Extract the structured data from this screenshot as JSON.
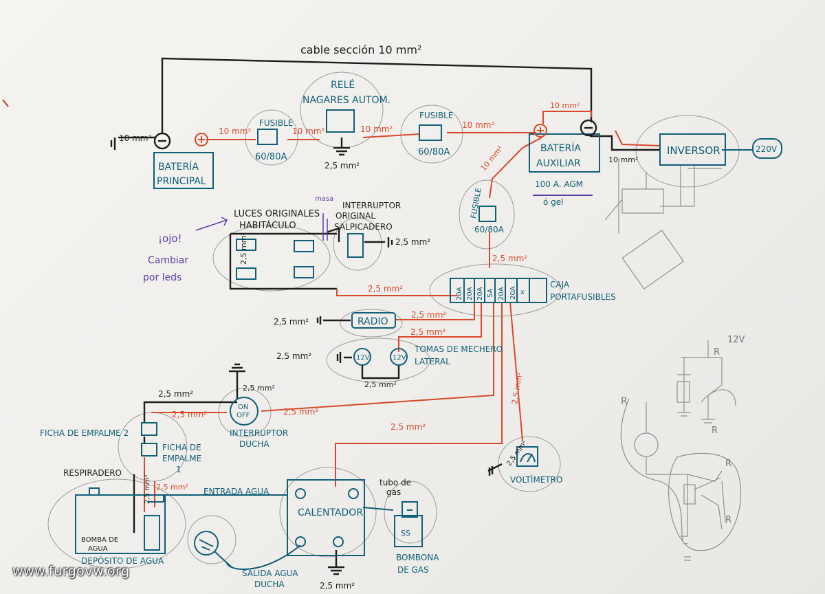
{
  "top": {
    "cable": "cable sección 10 mm²"
  },
  "main_battery": {
    "label1": "BATERÍA",
    "label2": "PRINCIPAL",
    "ground_wire": "10 mm²"
  },
  "fuse1": {
    "title": "FUSIBLE",
    "value": "60/80A"
  },
  "relay": {
    "title1": "RELÉ",
    "title2": "NAGARES AUTOM.",
    "ground_wire": "2,5 mm²"
  },
  "fuse2": {
    "title": "FUSIBLE",
    "value": "60/80A"
  },
  "aux_battery": {
    "label1": "BATERÍA",
    "label2": "AUXILIAR",
    "spec": "100 A. AGM",
    "alt": "ó gel"
  },
  "inverter": {
    "label": "INVERSOR",
    "output": "220V"
  },
  "wires": {
    "w10a": "10 mm²",
    "w10b": "10 mm²",
    "w10c": "10 mm²",
    "w10d": "10 mm²",
    "w10e": "10 mm²",
    "w10f": "10 mm²",
    "w10g": "10 mm²"
  },
  "fuse3": {
    "title": "FUSIBLE",
    "value": "60/80A",
    "wire": "2,5 mm²"
  },
  "fusebox": {
    "label1": "CAJA",
    "label2": "PORTAFUSIBLES",
    "fuses": [
      "20A",
      "20A",
      "20A",
      "5A",
      "20A",
      "20A",
      "x"
    ]
  },
  "lights": {
    "title1": "LUCES ORIGINALES",
    "title2": "HABITÁCULO",
    "wire_left": "2,5 mm²",
    "wire_right": "2,5 mm²"
  },
  "note": {
    "l1": "¡ojo!",
    "l2": "Cambiar",
    "l3": "por leds",
    "masa": "masa"
  },
  "switch": {
    "title1": "INTERRUPTOR",
    "title2": "ORIGINAL",
    "title3": "SALPICADERO",
    "ground_wire": "2,5 mm²"
  },
  "radio": {
    "label": "RADIO",
    "ground_wire": "2,5 mm²",
    "wire": "2,5 mm²"
  },
  "sockets": {
    "s1": "12V",
    "s2": "12V",
    "title1": "TOMAS DE MECHERO",
    "title2": "LATERAL",
    "ground_wire": "2,5 mm²",
    "bottom_wire": "2,5 mm²",
    "wire": "2,5 mm²"
  },
  "shower_switch": {
    "on": "ON",
    "off": "OFF",
    "title1": "INTERRUPTOR",
    "title2": "DUCHA",
    "wire_top": "2,5 mm²",
    "wire_a": "2,5 mm²",
    "wire_b": "2,5 mm²",
    "wire_c": "2,5 mm²"
  },
  "connectors": {
    "c2": "FICHA DE EMPALME 2",
    "c1a": "FICHA DE",
    "c1b": "EMPALME",
    "c1c": "1"
  },
  "tank": {
    "vent": "RESPIRADERO",
    "pump1": "BOMBA DE",
    "pump2": "AGUA",
    "title": "DEPÓSITO DE AGUA",
    "wire": "2,5 mm²",
    "wire2": "2,5 mm²"
  },
  "heater": {
    "label": "CALENTADOR",
    "inlet": "ENTRADA AGUA",
    "gas1": "tubo de",
    "gas2": "gas",
    "outlet1": "SALIDA AGUA",
    "outlet2": "DUCHA",
    "ground_wire": "2,5 mm²",
    "wire": "2,5 mm²"
  },
  "gas_bottle": {
    "l1": "BOMBONA",
    "l2": "DE GAS",
    "mark": "SS"
  },
  "voltmeter": {
    "label": "VOLTÍMETRO",
    "wire1": "2,5 mm²",
    "wire2": "2,5 mm²"
  },
  "pencil": {
    "v": "12V",
    "r1": "R",
    "r2": "R",
    "r3": "R",
    "r4": "R",
    "r5": "R"
  },
  "watermark": "www.furgovw.org",
  "colors": {
    "ink": "#1d1d1d",
    "red": "#d9482b",
    "blue": "#0f5f78",
    "purple": "#5a3fa8",
    "pencil": "#8a8a8a"
  }
}
